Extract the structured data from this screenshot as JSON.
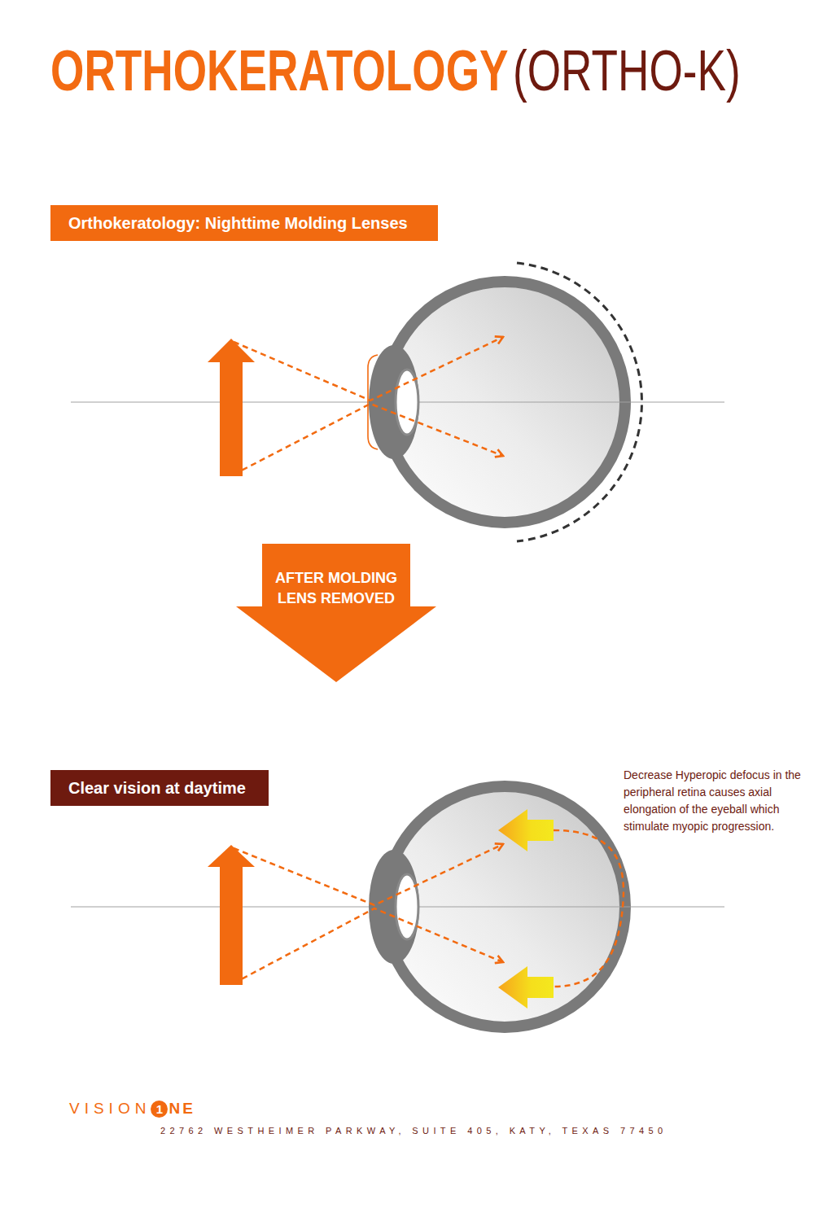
{
  "diagram": {
    "title": "ORTHOKERATOLOGY",
    "nodes": [
      {
        "text": [
          "Orthokeratology: Nighttime Molding Lenses"
        ]
      },
      {
        "text": [
          "AFTER MOLDING LENS REMOVED"
        ]
      },
      {
        "text": [
          "Clear vision at daytime"
        ]
      }
    ],
    "labels": [
      "(ORTHO-K)",
      "Decrease Hyperopic defocus in the peripheral retina causes axial elongation of the eyeball which stimulate myopic progression.",
      "VISION",
      "1",
      "NE",
      "22762 WESTHEIMER PARKWAY, SUITE 405, KATY, TEXAS 77450"
    ]
  }
}
